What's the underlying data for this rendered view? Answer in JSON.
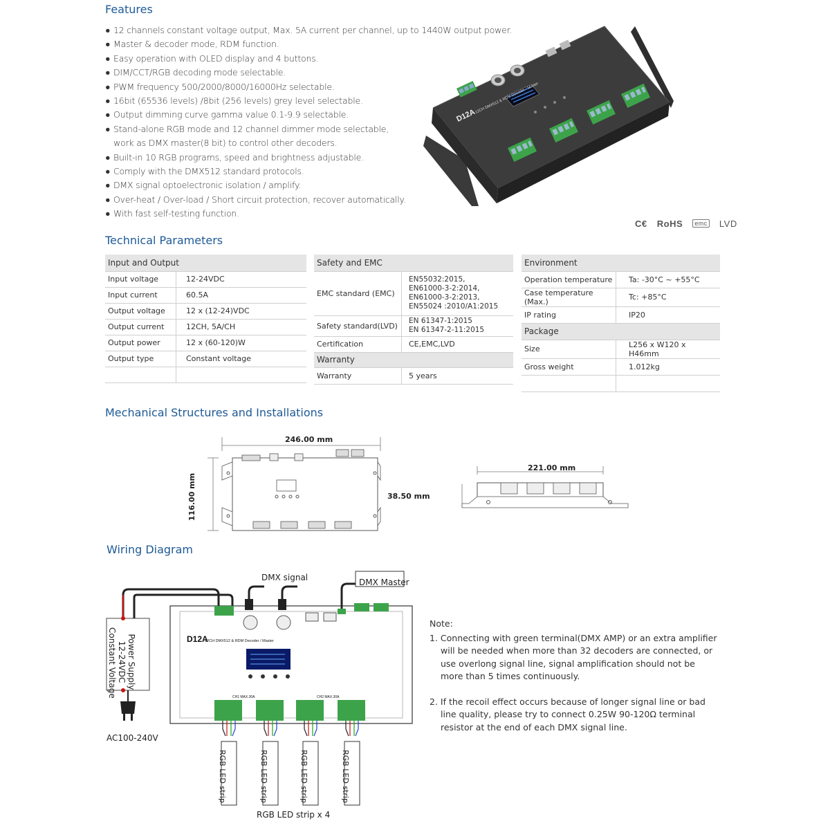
{
  "sections": {
    "features": "Features",
    "technical": "Technical Parameters",
    "mechanical": "Mechanical Structures and Installations",
    "wiring": "Wiring Diagram"
  },
  "features": [
    "12 channels constant voltage output, Max. 5A current per channel, up to 1440W output power.",
    "Master & decoder mode, RDM function.",
    "Easy operation with OLED display and 4 buttons.",
    "DIM/CCT/RGB decoding mode selectable.",
    "PWM frequency 500/2000/8000/16000Hz selectable.",
    "16bit (65536 levels) /8bit (256 levels) grey level selectable.",
    "Output dimming curve gamma value 0.1-9.9 selectable.",
    "Stand-alone RGB mode and 12 channel dimmer mode selectable,",
    "Built-in 10 RGB programs, speed and brightness adjustable.",
    "Comply with the DMX512 standard protocols.",
    "DMX signal optoelectronic isolation / amplify.",
    "Over-heat / Over-load / Short circuit protection, recover automatically.",
    "With fast self-testing function."
  ],
  "feature_continuation": "work as DMX master(8 bit) to control other decoders.",
  "certs": {
    "ce": "C€",
    "rohs": "RoHS",
    "emc": "emc",
    "lvd": "LVD"
  },
  "device": {
    "model": "D12A",
    "subtitle": "12CH DMX512 & RDM Decoder / Master",
    "ch_label_1": "CH1 MAX.30A",
    "ch_label_2": "CH2 MAX.30A"
  },
  "input_output": {
    "header": "Input and Output",
    "rows": [
      {
        "k": "Input voltage",
        "v": "12-24VDC"
      },
      {
        "k": "Input current",
        "v": "60.5A"
      },
      {
        "k": "Output voltage",
        "v": "12 x (12-24)VDC"
      },
      {
        "k": "Output current",
        "v": "12CH, 5A/CH"
      },
      {
        "k": "Output power",
        "v": "12 x (60-120)W"
      },
      {
        "k": "Output type",
        "v": "Constant voltage"
      }
    ]
  },
  "safety_emc": {
    "header": "Safety and EMC",
    "emc_key": "EMC standard (EMC)",
    "emc_vals": [
      "EN55032:2015,",
      "EN61000-3-2:2014,",
      "EN61000-3-2:2013,",
      "EN55024 :2010/A1:2015"
    ],
    "safety_key": "Safety standard(LVD)",
    "safety_vals": [
      "EN 61347-1:2015",
      "EN 61347-2-11:2015"
    ],
    "cert_key": "Certification",
    "cert_val": "CE,EMC,LVD",
    "warranty_header": "Warranty",
    "warranty_key": "Warranty",
    "warranty_val": "5 years"
  },
  "environment": {
    "header": "Environment",
    "rows": [
      {
        "k": "Operation temperature",
        "v": "Ta: -30°C ~ +55°C"
      },
      {
        "k": "Case temperature (Max.)",
        "v": "Tc: +85°C"
      },
      {
        "k": "IP rating",
        "v": "IP20"
      }
    ],
    "package_header": "Package",
    "package_rows": [
      {
        "k": "Size",
        "v": "L256 x W120 x H46mm"
      },
      {
        "k": "Gross weight",
        "v": "1.012kg"
      }
    ]
  },
  "mechanical": {
    "width": "246.00 mm",
    "height": "116.00 mm",
    "depth": "38.50 mm",
    "side_width": "221.00 mm"
  },
  "wiring": {
    "dmx_signal": "DMX signal",
    "dmx_master": "DMX Master",
    "power_supply_1": "Power Supply",
    "power_supply_2": "12-24VDC",
    "power_supply_3": "Constant Voltage",
    "ac": "AC100-240V",
    "strip": "RGB LED strip",
    "strip_x4": "RGB LED strip x 4"
  },
  "notes": {
    "title": "Note:",
    "n1": "1. Connecting with green terminal(DMX AMP) or an extra amplifier will be needed when more than 32 decoders are connected, or use overlong signal line, signal amplification should not be more than 5 times continuously.",
    "n2": "2. If the recoil effect occurs because of longer signal line or bad line quality, please try to connect 0.25W 90-120Ω terminal resistor at the end of each DMX signal line."
  }
}
